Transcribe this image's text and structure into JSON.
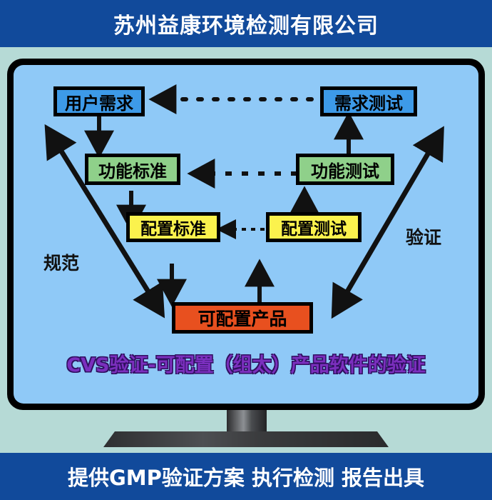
{
  "header": {
    "company_name": "苏州益康环境检测有限公司",
    "background_color": "#114a9b",
    "text_color": "#ffffff"
  },
  "footer": {
    "services_text": "提供GMP验证方案 执行检测 报告出具",
    "background_color": "#114a9b",
    "text_color": "#ffffff"
  },
  "monitor": {
    "bezel_color": "#000000",
    "screen_color": "#8fc9f7",
    "page_background": "#b6dad6"
  },
  "diagram": {
    "caption": "CVS验证-可配置（组太）产品软件的验证",
    "caption_color": "#7b2fbe",
    "side_labels": {
      "left": "规范",
      "right": "验证"
    },
    "nodes": [
      {
        "id": "user-requirements",
        "label": "用户需求",
        "color": "#3d9ae8"
      },
      {
        "id": "requirements-test",
        "label": "需求测试",
        "color": "#3d9ae8"
      },
      {
        "id": "functional-spec",
        "label": "功能标准",
        "color": "#8fd08a"
      },
      {
        "id": "functional-test",
        "label": "功能测试",
        "color": "#8fd08a"
      },
      {
        "id": "configuration-spec",
        "label": "配置标准",
        "color": "#fbf24d"
      },
      {
        "id": "configuration-test",
        "label": "配置测试",
        "color": "#fbf24d"
      },
      {
        "id": "configurable-product",
        "label": "可配置产品",
        "color": "#e8501f"
      }
    ]
  }
}
